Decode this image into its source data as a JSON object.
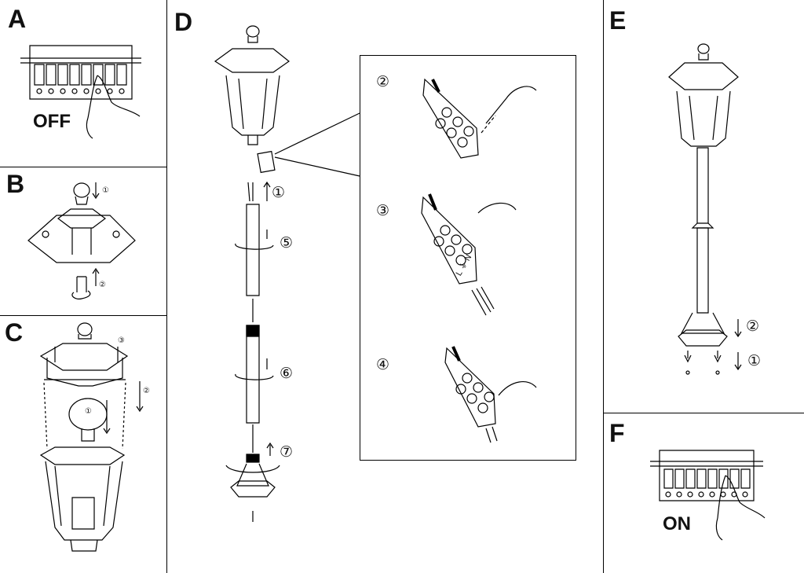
{
  "steps": {
    "A": {
      "letter": "A",
      "label": "OFF"
    },
    "B": {
      "letter": "B",
      "num1": "①",
      "num2": "②"
    },
    "C": {
      "letter": "C",
      "num1": "①",
      "num2": "②",
      "num3": "③"
    },
    "D": {
      "letter": "D",
      "num1": "①",
      "num5": "⑤",
      "num6": "⑥",
      "num7": "⑦"
    },
    "inset": {
      "num2": "②",
      "num3": "③",
      "num4": "④",
      "terminal": "L ⏚ N"
    },
    "E": {
      "letter": "E",
      "num1": "①",
      "num2": "②"
    },
    "F": {
      "letter": "F",
      "label": "ON"
    }
  },
  "colors": {
    "ink": "#000000",
    "background": "#ffffff"
  }
}
